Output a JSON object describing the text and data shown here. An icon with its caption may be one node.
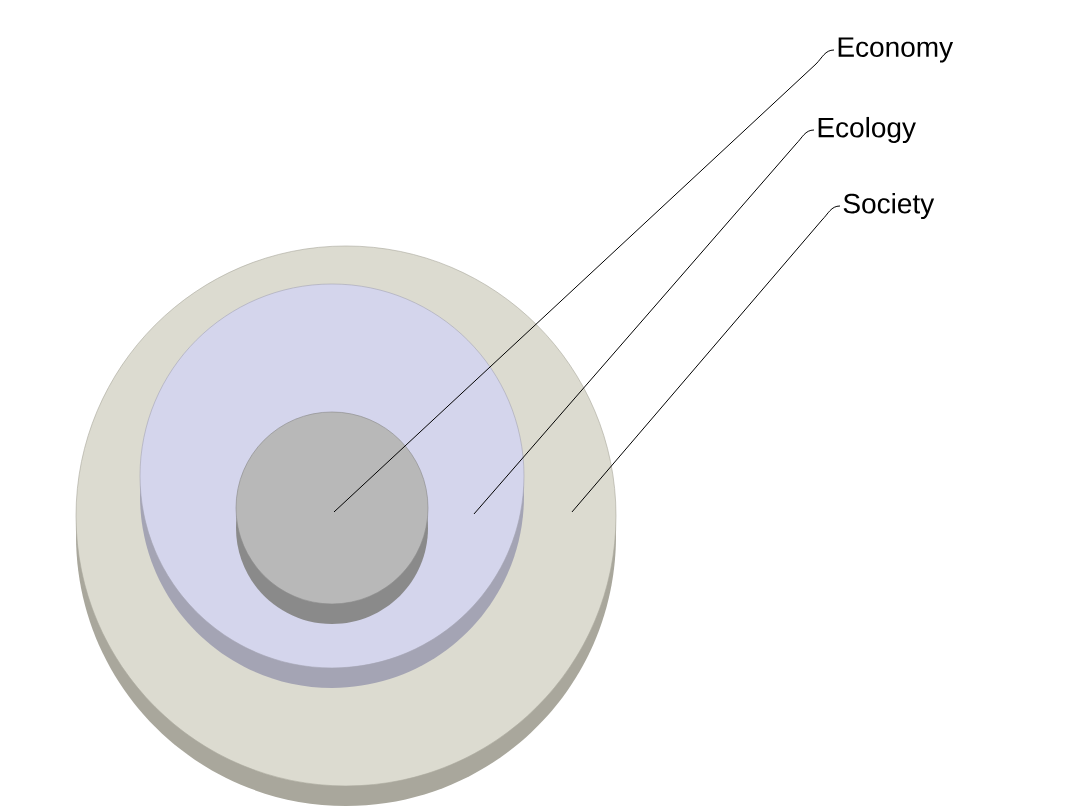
{
  "diagram": {
    "nodes": [
      {
        "text": [
          "Economy"
        ]
      },
      {
        "text": [
          "Ecology"
        ]
      },
      {
        "text": [
          "Society"
        ]
      },
      {
        "text": [],
        "shape": "circle"
      },
      {
        "text": [],
        "shape": "circle",
        "in": 3
      },
      {
        "text": [],
        "shape": "circle",
        "in": 4
      }
    ],
    "edges": [
      {
        "from": 0,
        "to": 5,
        "arrow": "none"
      },
      {
        "from": 1,
        "to": 4,
        "arrow": "none"
      },
      {
        "from": 2,
        "to": 3,
        "arrow": "none"
      }
    ]
  }
}
